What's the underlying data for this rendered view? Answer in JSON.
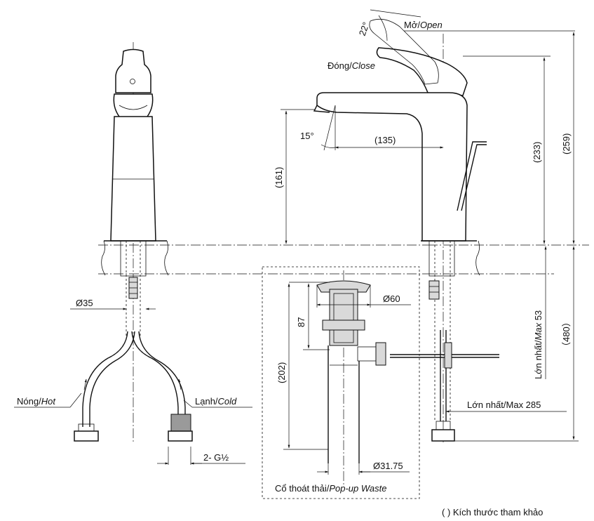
{
  "labels": {
    "open": "Mở/",
    "open_en": "Open",
    "close": "Đóng/",
    "close_en": "Close",
    "angle_open": "22°",
    "angle_spout": "15°",
    "hot": "Nóng/",
    "hot_en": "Hot",
    "cold": "Lạnh/",
    "cold_en": "Cold",
    "popup_waste": "Cổ thoát thải/",
    "popup_waste_en": "Pop-up Waste",
    "footnote": "( ) Kích thước tham khảo",
    "max_prefix": "Lớn nhất/",
    "max_en": "Max"
  },
  "dimensions": {
    "reach": "(135)",
    "spout_height": "(161)",
    "lever_height": "(233)",
    "total_height": "(259)",
    "below_deck": "（480）",
    "max_53_value": " 53",
    "max_285": "Lớn nhất/Max 285",
    "base_dia": "Ø35",
    "flange_dia": "Ø60",
    "drain_dia": "Ø31.75",
    "drain_upper": "87",
    "drain_total": "(202)",
    "thread": "2- G½"
  }
}
